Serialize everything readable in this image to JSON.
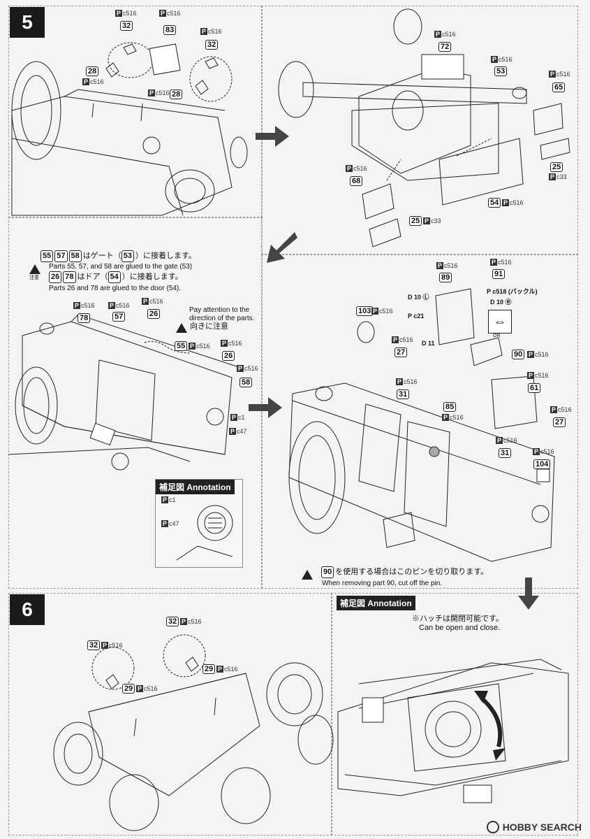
{
  "steps": {
    "step5": "5",
    "step6": "6"
  },
  "parts_top_left": [
    {
      "num": "32",
      "tag": "P",
      "code": "c516"
    },
    {
      "num": "83",
      "tag": "P",
      "code": "c516"
    },
    {
      "num": "32",
      "tag": "P",
      "code": "c516"
    },
    {
      "num": "28",
      "tag": "P",
      "code": "c516"
    },
    {
      "num": "28",
      "tag": "P",
      "code": "c516"
    }
  ],
  "parts_top_right": [
    {
      "num": "72",
      "tag": "P",
      "code": "c516"
    },
    {
      "num": "53",
      "tag": "P",
      "code": "c516"
    },
    {
      "num": "65",
      "tag": "P",
      "code": "c516"
    },
    {
      "num": "25",
      "tag": "P",
      "code": "c33"
    },
    {
      "num": "68",
      "tag": "P",
      "code": "c516"
    },
    {
      "num": "54",
      "tag": "P",
      "code": "c516"
    },
    {
      "num": "25",
      "tag": "P",
      "code": "c33"
    }
  ],
  "notes": {
    "gate_jp": "はゲート（",
    "gate_jp_end": "）に接着します。",
    "gate_en": "Parts 55, 57, and 58 are glued to the gate (53)",
    "door_jp": "はドア（",
    "door_jp_end": "）に接着します。",
    "door_en": "Parts 26 and 78 are glued to the door (54).",
    "n55": "55",
    "n57": "57",
    "n58": "58",
    "n53": "53",
    "n26": "26",
    "n78": "78",
    "n54": "54",
    "attention_en": "Pay attention to the direction of the parts.",
    "attention_jp": "向きに注意",
    "pin_jp": "を使用する場合はこのピンを切り取ります。",
    "pin_en": "When removing part 90, cut off the pin.",
    "n90": "90",
    "hatch_jp": "※ハッチは開閉可能です。",
    "hatch_en": "Can be open and close.",
    "warn_small": "注意"
  },
  "parts_mid_left": [
    {
      "num": "78",
      "tag": "P",
      "code": "c516"
    },
    {
      "num": "57",
      "tag": "P",
      "code": "c516"
    },
    {
      "num": "26",
      "tag": "P",
      "code": "c516"
    },
    {
      "num": "55",
      "tag": "P",
      "code": "c516"
    },
    {
      "num": "26",
      "tag": "P",
      "code": "c516"
    },
    {
      "num": "58",
      "tag": "P",
      "code": "c516"
    }
  ],
  "tags_mid_left": [
    {
      "tag": "P",
      "code": "c1"
    },
    {
      "tag": "P",
      "code": "c47"
    }
  ],
  "annotation": {
    "title": "補足図 Annotation",
    "t1": "P",
    "c1": "c1",
    "t2": "P",
    "c2": "c47"
  },
  "parts_mid_right": [
    {
      "num": "89",
      "tag": "P",
      "code": "c516"
    },
    {
      "num": "91",
      "tag": "P",
      "code": "c516"
    },
    {
      "num": "103",
      "tag": "P",
      "code": "c516"
    },
    {
      "num": "27",
      "tag": "P",
      "code": "c516"
    },
    {
      "num": "31",
      "tag": "P",
      "code": "c516"
    },
    {
      "num": "85",
      "tag": "P",
      "code": "c516"
    },
    {
      "num": "61",
      "tag": "P",
      "code": "c516"
    },
    {
      "num": "27",
      "tag": "P",
      "code": "c516"
    },
    {
      "num": "31",
      "tag": "P",
      "code": "c516"
    },
    {
      "num": "104",
      "tag": "P",
      "code": "c516"
    },
    {
      "num": "90",
      "tag": "P",
      "code": "c516"
    }
  ],
  "dtags": {
    "d10l": "D 10 Ⓛ",
    "d10r": "D 10 Ⓡ",
    "d11": "D 11",
    "pc21": "P c21",
    "pc518": "P c518 (バックル)",
    "or": "OR"
  },
  "parts_step6": [
    {
      "num": "32",
      "tag": "P",
      "code": "c516"
    },
    {
      "num": "32",
      "tag": "P",
      "code": "c516"
    },
    {
      "num": "29",
      "tag": "P",
      "code": "c516"
    },
    {
      "num": "29",
      "tag": "P",
      "code": "c516"
    }
  ],
  "annotation2": {
    "title": "補足図 Annotation"
  },
  "watermark": {
    "text": "HOBBY SEARCH"
  }
}
